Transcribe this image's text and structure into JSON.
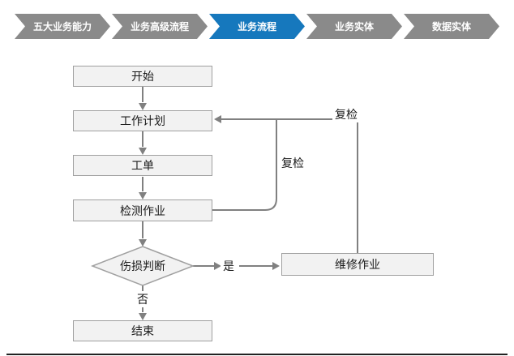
{
  "nav": {
    "items": [
      {
        "label": "五大业务能力",
        "color": "#8a8a8a",
        "active": false
      },
      {
        "label": "业务高级流程",
        "color": "#8a8a8a",
        "active": false
      },
      {
        "label": "业务流程",
        "color": "#1678bd",
        "active": true
      },
      {
        "label": "业务实体",
        "color": "#8a8a8a",
        "active": false
      },
      {
        "label": "数据实体",
        "color": "#8a8a8a",
        "active": false
      }
    ]
  },
  "flowchart": {
    "nodes": {
      "start": "开始",
      "work_plan": "工作计划",
      "work_order": "工单",
      "inspection": "检测作业",
      "damage_check": "伤损判断",
      "repair": "维修作业",
      "end": "结束"
    },
    "labels": {
      "yes": "是",
      "no": "否",
      "recheck_inner": "复检",
      "recheck_outer": "复检"
    },
    "colors": {
      "node_fill": "#f2f2f2",
      "node_border": "#a0a0a0",
      "connector": "#808080",
      "text": "#1a1a1a"
    }
  }
}
